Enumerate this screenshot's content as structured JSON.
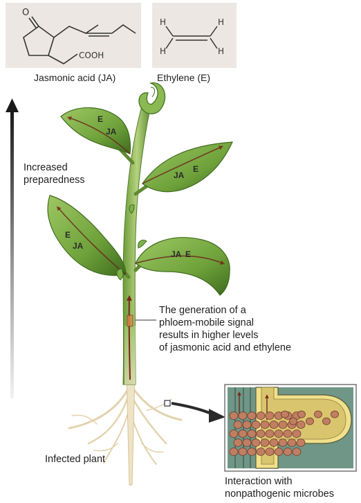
{
  "structures": {
    "jasmonic_acid": {
      "caption": "Jasmonic acid (JA)",
      "atoms": {
        "oxygen": "O",
        "carboxyl": "COOH"
      }
    },
    "ethylene": {
      "caption": "Ethylene (E)",
      "atoms": {
        "hydrogen": "H"
      }
    }
  },
  "arrow_label_line1": "Increased",
  "arrow_label_line2": "preparedness",
  "signal_text": [
    "The generation of a",
    "phloem-mobile signal",
    "results in higher levels",
    "of jasmonic acid and ethylene"
  ],
  "plant_label": "Infected plant",
  "microbe_caption": [
    "Interaction with",
    "nonpathogenic microbes"
  ],
  "leaf_labels": {
    "ja": "JA",
    "e": "E"
  },
  "colors": {
    "leaf": "#7db24a",
    "leaf_dark": "#3f6b1f",
    "stem": "#8fb85a",
    "vein": "#6b2a1e",
    "root": "#e6d6b4",
    "structure_box": "#ece7e2",
    "tissue": "#6f9686",
    "microbe": "#b77a62"
  }
}
